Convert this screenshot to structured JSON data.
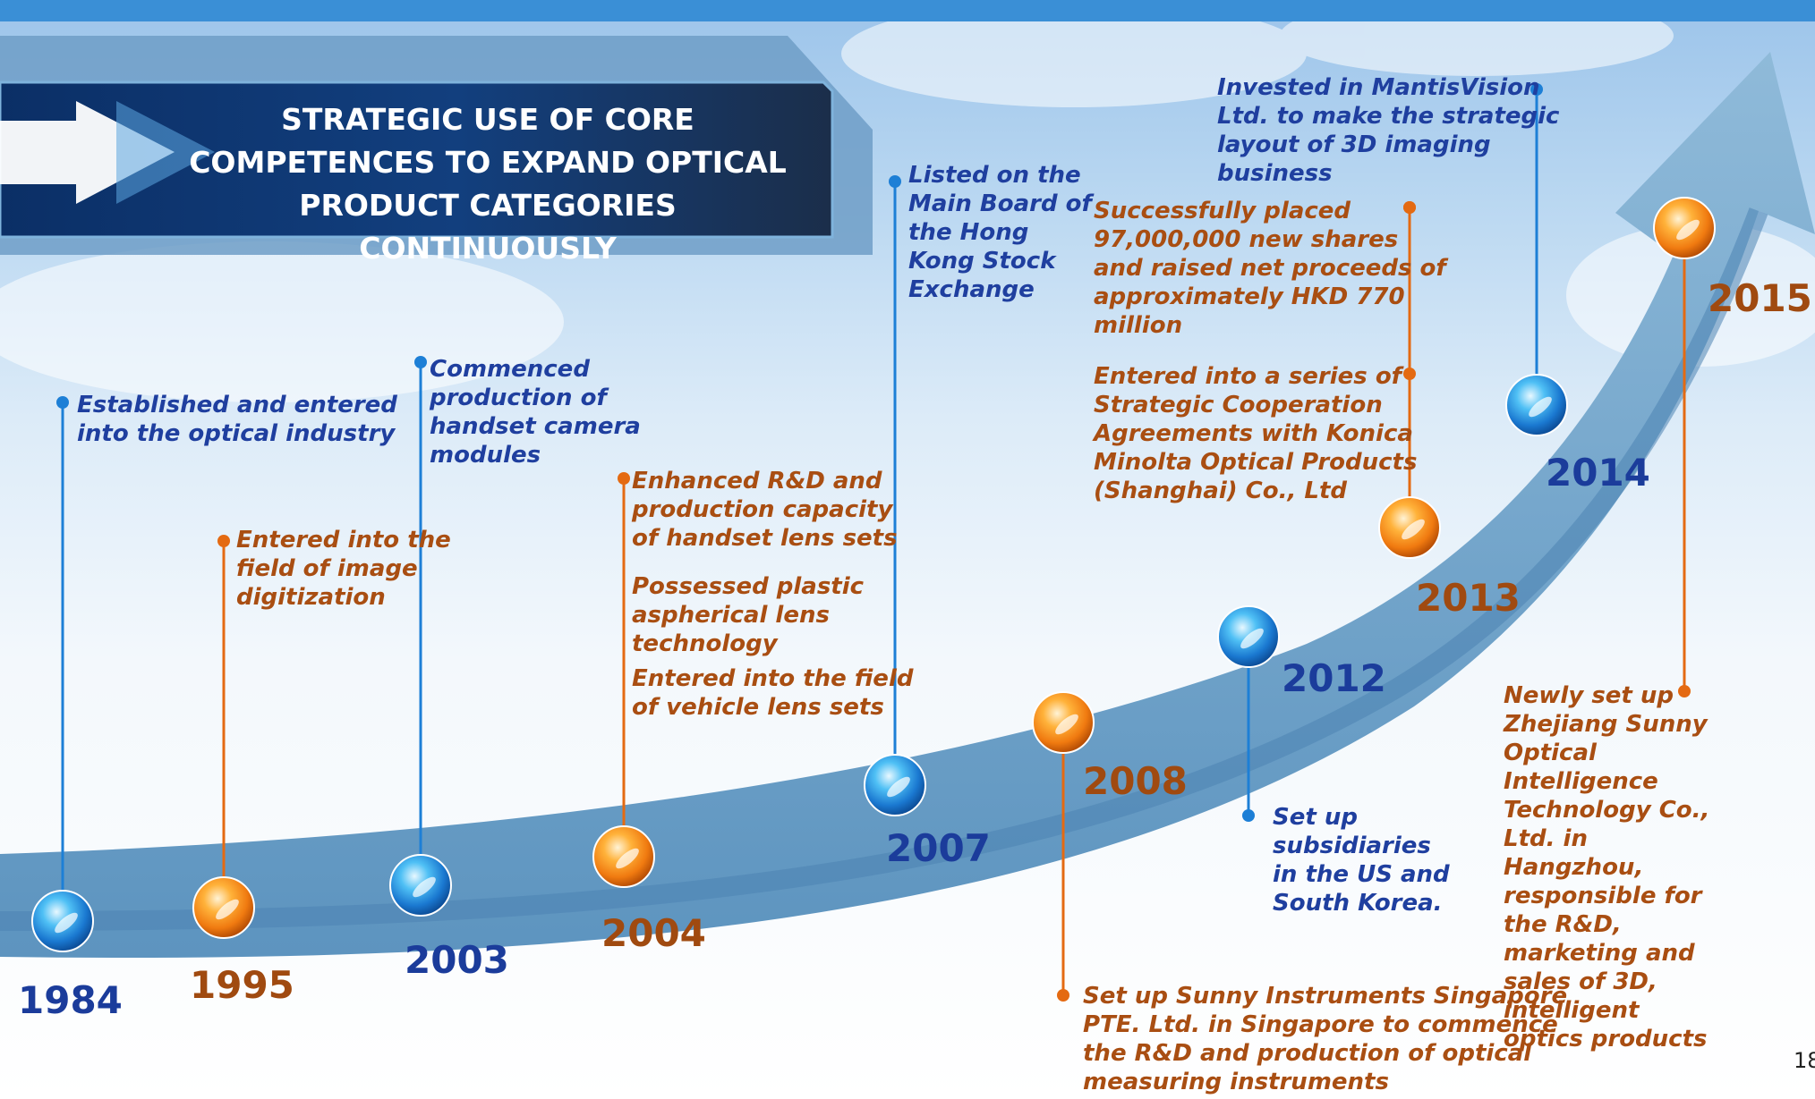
{
  "title": "STRATEGIC USE OF CORE\nCOMPETENCES TO EXPAND OPTICAL\nPRODUCT CATEGORIES CONTINUOUSLY",
  "page_number": "18",
  "colors": {
    "blue_text": "#1f3f9f",
    "orange_text": "#a94e12",
    "arrow": "#7aa9cc",
    "banner": "#0d3a73"
  },
  "milestones": [
    {
      "year": "1984",
      "color": "blue",
      "events": [
        "Established and entered\ninto the optical industry"
      ]
    },
    {
      "year": "1995",
      "color": "orange",
      "events": [
        "Entered into the\nfield of image\ndigitization"
      ]
    },
    {
      "year": "2003",
      "color": "blue",
      "events": [
        "Commenced\nproduction of\nhandset camera\nmodules"
      ]
    },
    {
      "year": "2004",
      "color": "orange",
      "events": [
        "Enhanced R&D and\nproduction capacity\nof handset lens sets",
        "Possessed plastic\naspherical lens\ntechnology",
        "Entered into the field\n of vehicle lens sets"
      ]
    },
    {
      "year": "2007",
      "color": "blue",
      "events": [
        "Listed on the\nMain Board of\nthe Hong\nKong Stock\nExchange"
      ]
    },
    {
      "year": "2008",
      "color": "orange",
      "events": [
        "Set up Sunny Instruments Singapore\nPTE. Ltd. in Singapore to commence\nthe R&D and production of optical\nmeasuring instruments"
      ]
    },
    {
      "year": "2012",
      "color": "blue",
      "events": [
        "Set up\nsubsidiaries\nin the US and\nSouth Korea."
      ]
    },
    {
      "year": "2013",
      "color": "orange",
      "events": [
        "Successfully placed\n97,000,000 new shares\nand raised net proceeds of\napproximately  HKD 770\nmillion",
        "Entered into a series of\nStrategic Cooperation\nAgreements with Konica\nMinolta Optical Products\n(Shanghai) Co., Ltd"
      ]
    },
    {
      "year": "2014",
      "color": "blue",
      "events": [
        "Invested in MantisVision\nLtd. to make the strategic\nlayout of 3D imaging\nbusiness"
      ]
    },
    {
      "year": "2015",
      "color": "orange",
      "events": [
        "Newly set up\nZhejiang Sunny\nOptical\nIntelligence\nTechnology Co.,\nLtd. in\nHangzhou,\nresponsible for\nthe R&D,\nmarketing and\nsales of 3D,\nintelligent\noptics products"
      ]
    }
  ]
}
